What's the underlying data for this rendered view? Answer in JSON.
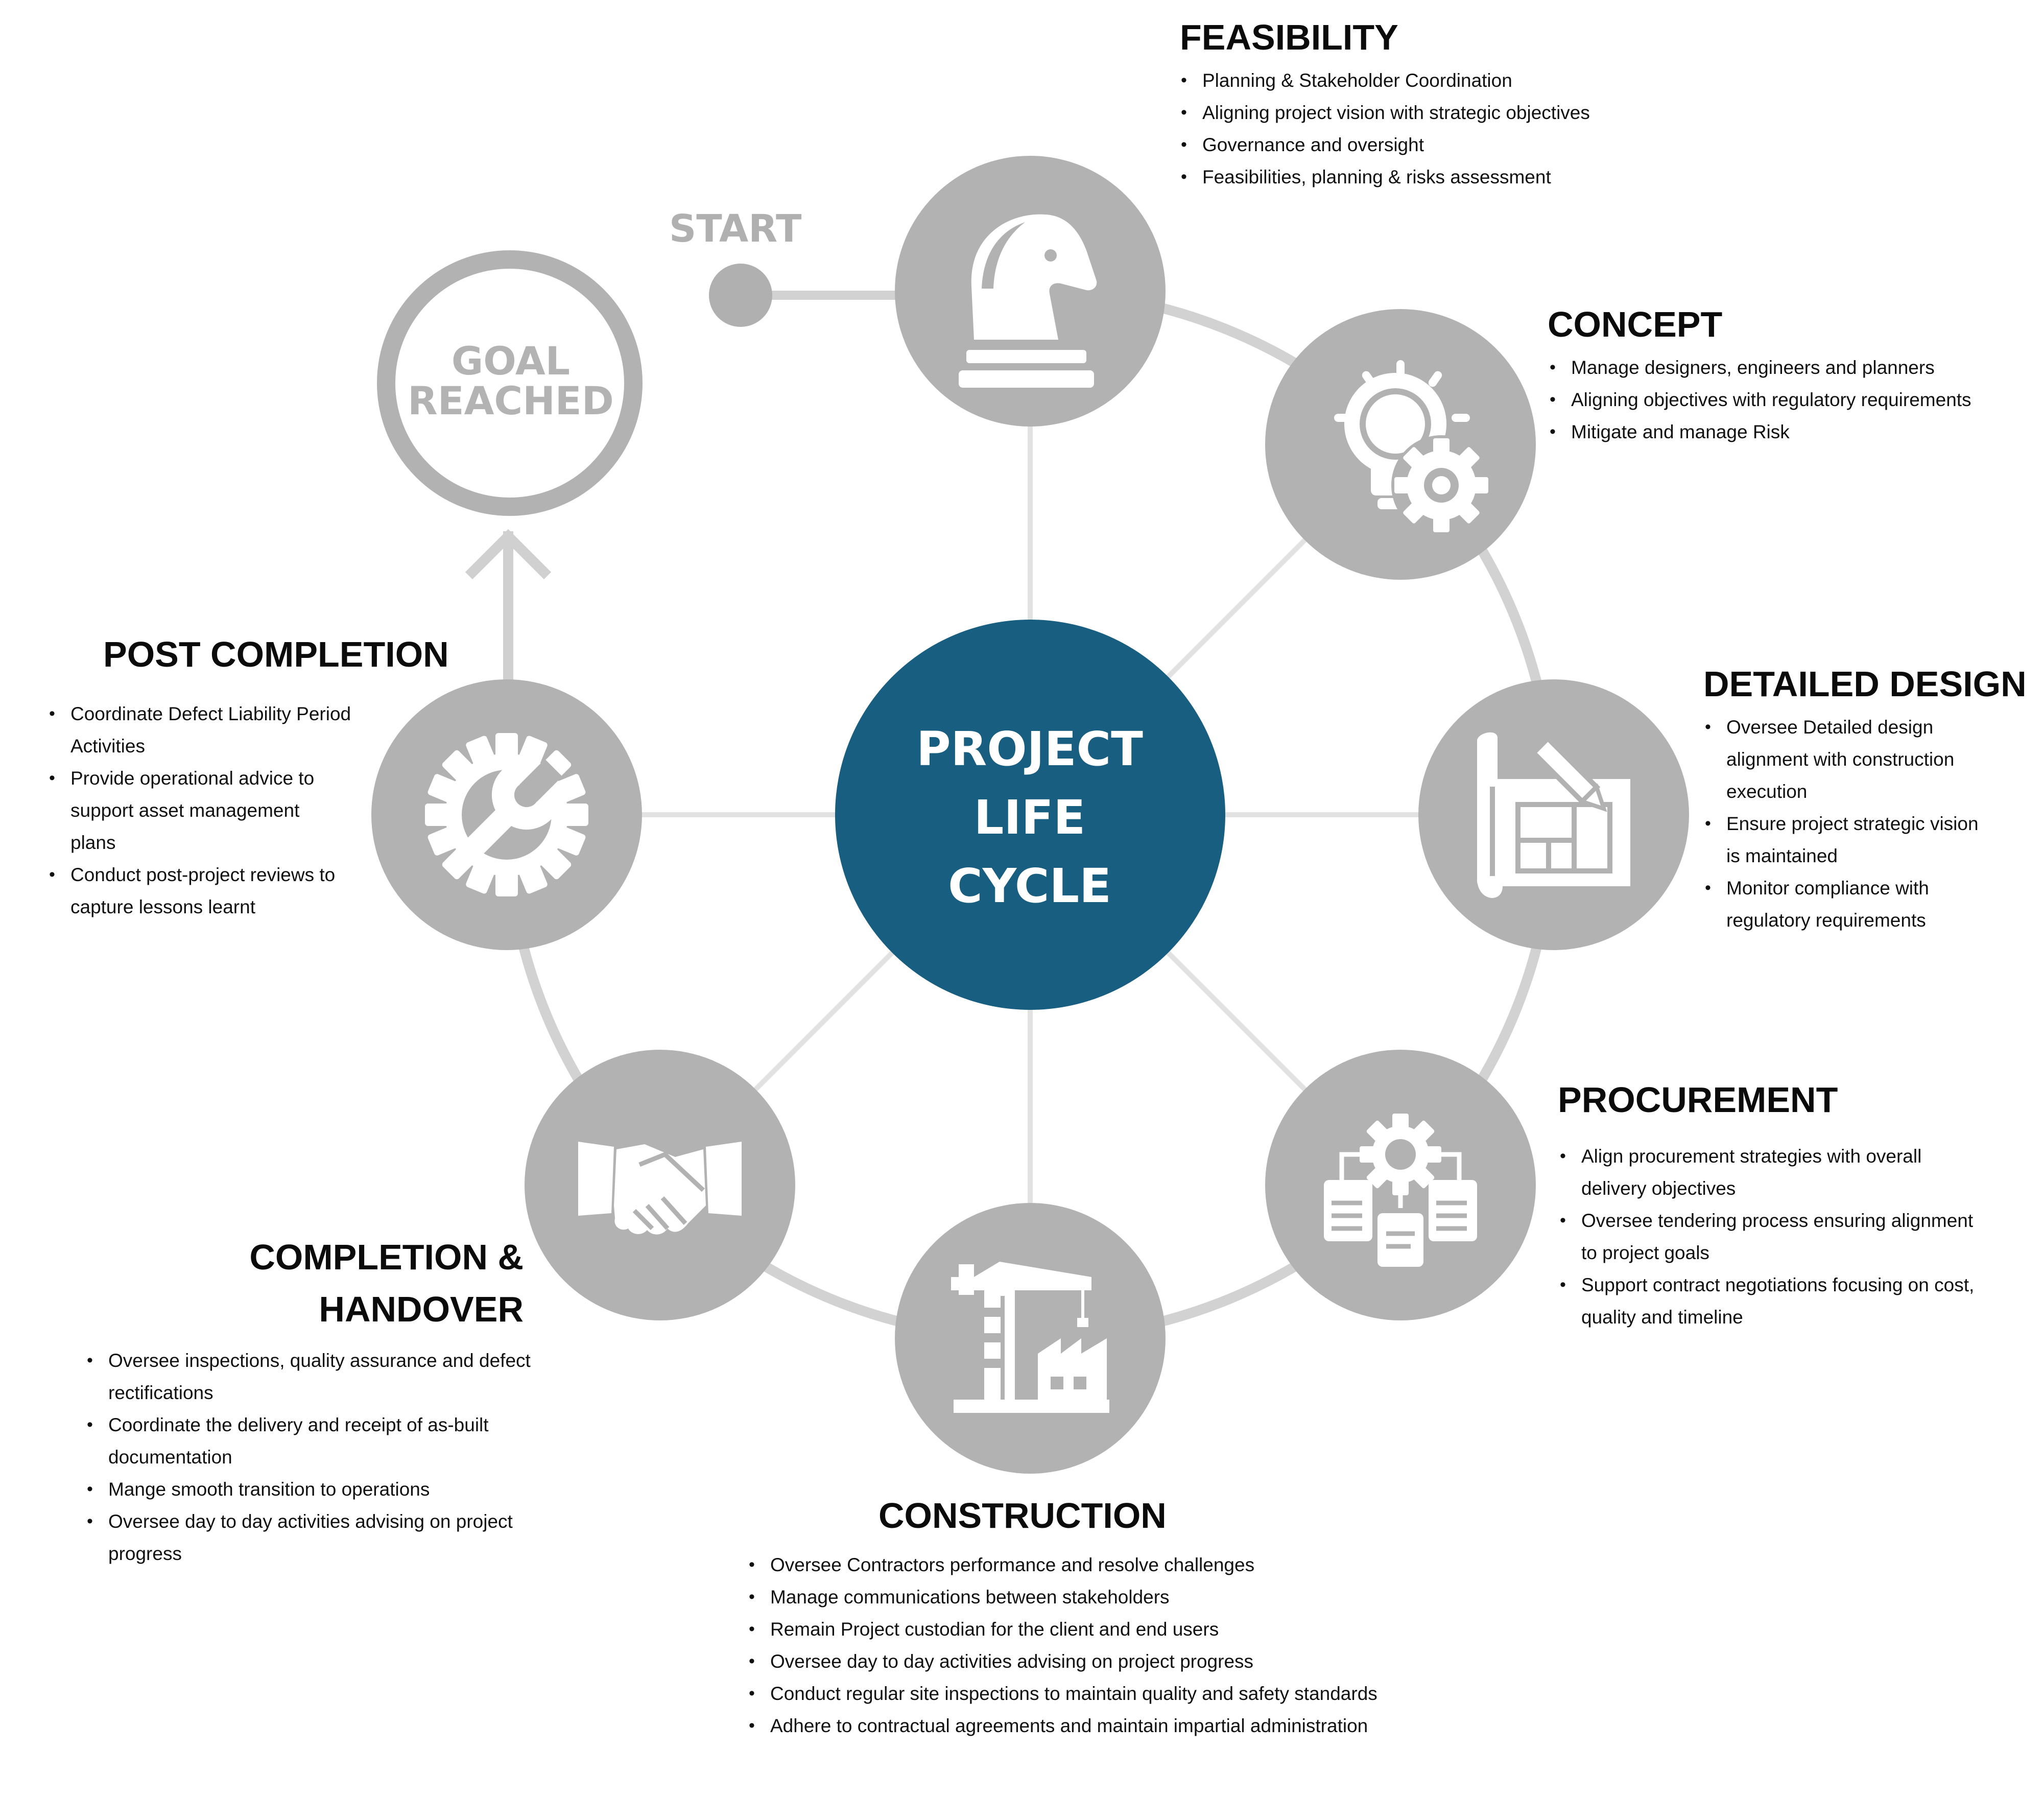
{
  "center": {
    "lines": [
      "PROJECT",
      "LIFE",
      "CYCLE"
    ]
  },
  "start": {
    "label": "START"
  },
  "goal": {
    "lines": [
      "GOAL",
      "REACHED"
    ]
  },
  "colors": {
    "center_fill": "#175e80",
    "node_fill": "#b2b2b2",
    "ring": "#d2d2d2",
    "spoke": "#e2e2e2",
    "text": "#0b0b0b"
  },
  "icons": {
    "feasibility": "chess-knight-icon",
    "concept": "lightbulb-gear-icon",
    "detailed_design": "blueprint-pencil-icon",
    "procurement": "gear-documents-icon",
    "construction": "crane-factory-icon",
    "completion": "handshake-icon",
    "post_completion": "gear-wrench-icon"
  },
  "stages": {
    "feasibility": {
      "title": "FEASIBILITY",
      "bullets": [
        "Planning & Stakeholder Coordination",
        "Aligning project vision with strategic objectives",
        "Governance and oversight",
        "Feasibilities, planning & risks assessment"
      ]
    },
    "concept": {
      "title": "CONCEPT",
      "bullets": [
        "Manage designers, engineers and planners",
        "Aligning objectives with regulatory requirements",
        "Mitigate and manage Risk"
      ]
    },
    "detailed_design": {
      "title": "DETAILED DESIGN",
      "bullets": [
        [
          "Oversee Detailed design",
          "alignment with construction",
          "execution"
        ],
        [
          "Ensure project strategic vision",
          "is maintained"
        ],
        [
          "Monitor compliance with",
          "regulatory requirements"
        ]
      ]
    },
    "procurement": {
      "title": "PROCUREMENT",
      "bullets": [
        [
          "Align procurement strategies with overall",
          "delivery objectives"
        ],
        [
          "Oversee tendering process ensuring alignment",
          "to project goals"
        ],
        [
          "Support contract negotiations focusing on cost,",
          "quality and timeline"
        ]
      ]
    },
    "construction": {
      "title": "CONSTRUCTION",
      "bullets": [
        "Oversee Contractors performance and resolve challenges",
        "Manage communications between stakeholders",
        "Remain Project custodian for the client and end users",
        "Oversee day to day activities advising on project progress",
        "Conduct regular site inspections to maintain quality and safety standards",
        "Adhere to contractual agreements and maintain impartial administration"
      ]
    },
    "completion": {
      "title_lines": [
        "COMPLETION &",
        "HANDOVER"
      ],
      "bullets": [
        [
          " Oversee inspections, quality assurance and defect",
          "rectifications"
        ],
        [
          "Coordinate the delivery and receipt of as-built",
          "documentation"
        ],
        [
          "Mange smooth transition to operations"
        ],
        [
          "Oversee day to day activities advising on project",
          "progress"
        ]
      ]
    },
    "post_completion": {
      "title": "POST COMPLETION",
      "bullets": [
        [
          "Coordinate Defect Liability Period",
          "Activities"
        ],
        [
          "Provide operational advice to",
          "support asset management",
          "plans"
        ],
        [
          "Conduct post-project reviews to",
          "capture lessons learnt"
        ]
      ]
    }
  }
}
